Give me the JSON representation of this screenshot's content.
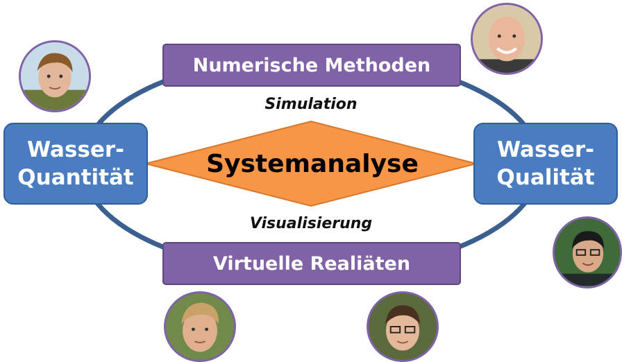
{
  "title": "Systemanalyse",
  "process_top": "Simulation",
  "process_bottom": "Visualisierung",
  "boxes": {
    "top": "Numerische Methoden",
    "bottom": "Virtuelle Realiäten",
    "left_line1": "Wasser-",
    "left_line2": "Quantität",
    "right_line1": "Wasser-",
    "right_line2": "Qualität"
  },
  "colors": {
    "purple_box": "#8062a6",
    "blue_box": "#4b7cc0",
    "diamond": "#f79646",
    "ellipse": "#3b5f8f"
  },
  "portraits": [
    "person-portrait",
    "person-portrait",
    "person-portrait",
    "person-portrait",
    "person-portrait"
  ]
}
